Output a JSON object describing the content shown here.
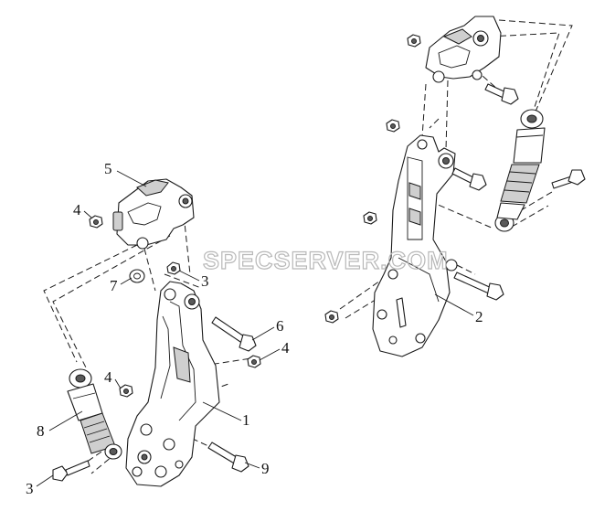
{
  "diagram": {
    "watermark": "SPECSERVER.COM",
    "callouts": [
      {
        "id": "c5",
        "text": "5"
      },
      {
        "id": "c4a",
        "text": "4"
      },
      {
        "id": "c3a",
        "text": "3"
      },
      {
        "id": "c7",
        "text": "7"
      },
      {
        "id": "c6",
        "text": "6"
      },
      {
        "id": "c4b",
        "text": "4"
      },
      {
        "id": "c4c",
        "text": "4"
      },
      {
        "id": "c1",
        "text": "1"
      },
      {
        "id": "c8",
        "text": "8"
      },
      {
        "id": "c9",
        "text": "9"
      },
      {
        "id": "c3b",
        "text": "3"
      },
      {
        "id": "c2",
        "text": "2"
      }
    ]
  }
}
